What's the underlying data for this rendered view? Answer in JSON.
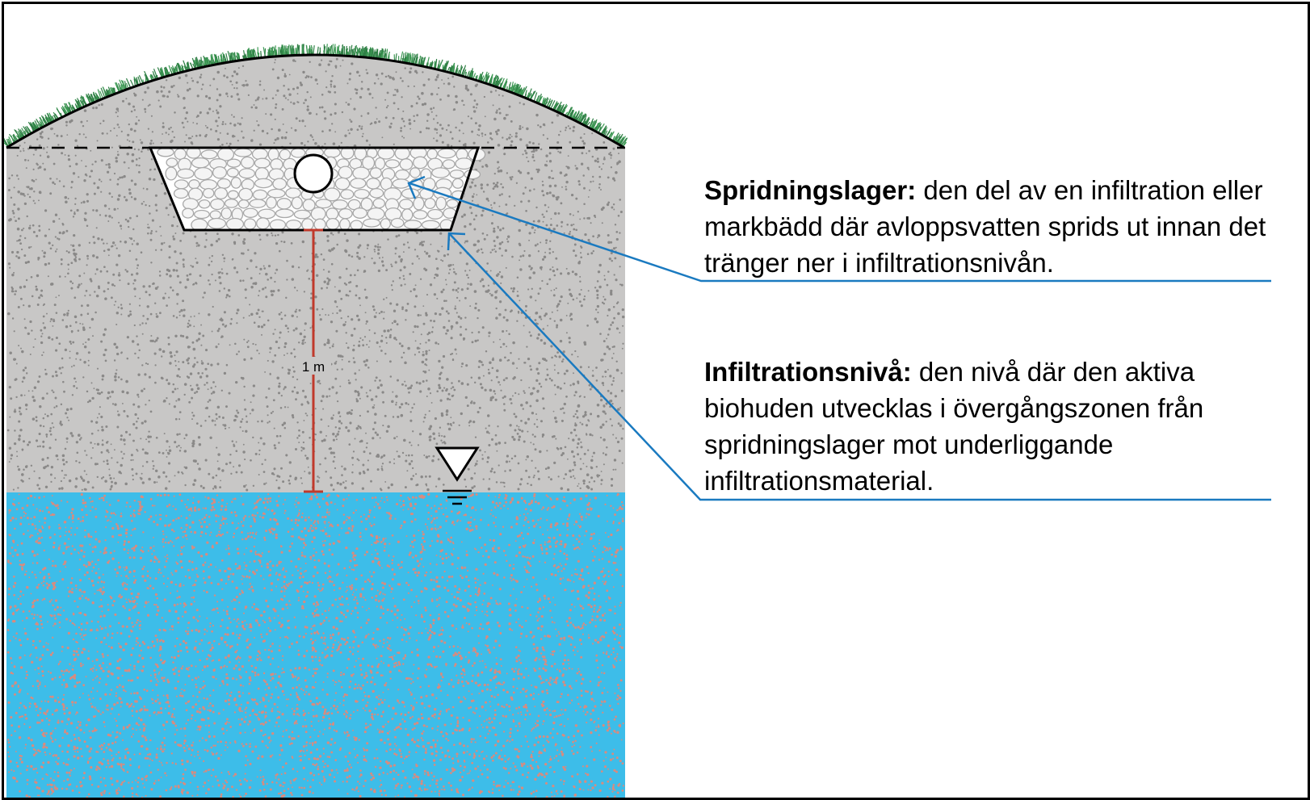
{
  "diagram": {
    "distance_label": "1 m",
    "callouts": [
      {
        "term": "Spridningslager:",
        "definition": "den del av en infiltration eller markbädd där avloppsvatten sprids ut innan det tränger ner i infiltrationsnivån."
      },
      {
        "term": "Infiltrationsnivå:",
        "definition": "den nivå där den aktiva biohuden utvecklas i övergångszonen från spridningslager mot underliggande infiltrationsmaterial."
      }
    ],
    "colors": {
      "soil": "#c8c7c6",
      "groundwater": "#3dbde9",
      "grass": "#3e9a55",
      "distance_marker": "#c0392b",
      "leader_line": "#1a7ac0",
      "outline": "#000000"
    }
  }
}
